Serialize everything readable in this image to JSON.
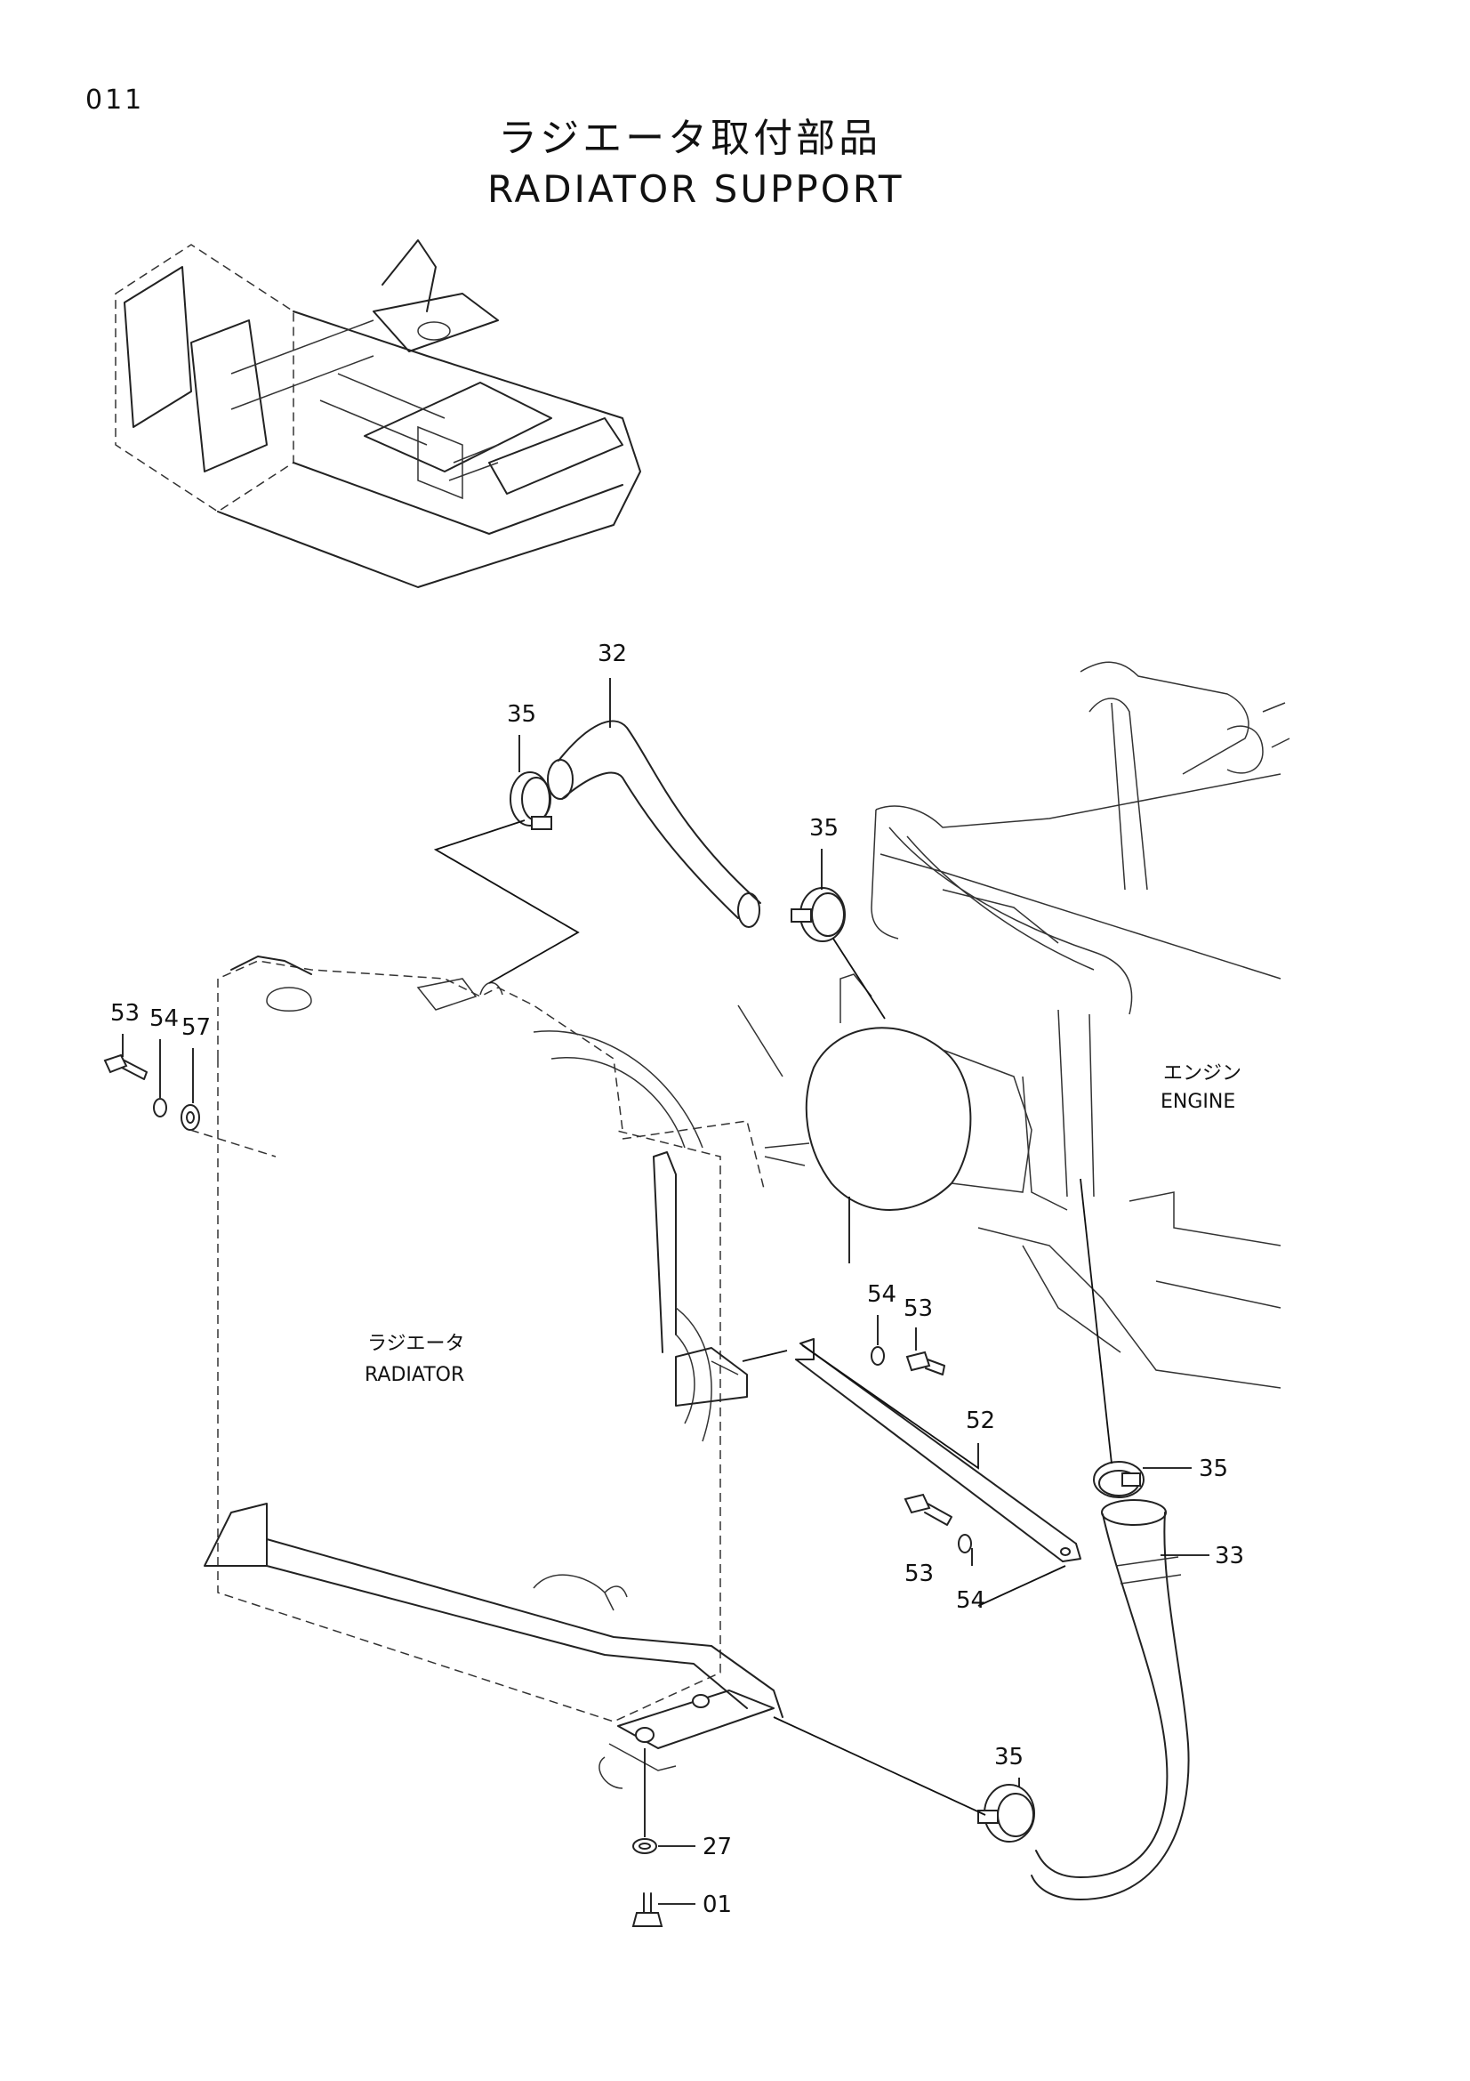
{
  "header": {
    "page_number": "011",
    "title_jp": "ラジエータ取付部品",
    "title_en": "RADIATOR SUPPORT"
  },
  "labels": {
    "engine_jp": "エンジン",
    "engine_en": "ENGINE",
    "radiator_jp": "ラジエータ",
    "radiator_en": "RADIATOR"
  },
  "callouts": [
    {
      "id": "c32",
      "text": "32"
    },
    {
      "id": "c35a",
      "text": "35"
    },
    {
      "id": "c35b",
      "text": "35"
    },
    {
      "id": "c53a",
      "text": "53"
    },
    {
      "id": "c54a",
      "text": "54"
    },
    {
      "id": "c57",
      "text": "57"
    },
    {
      "id": "c54b",
      "text": "54"
    },
    {
      "id": "c53b",
      "text": "53"
    },
    {
      "id": "c52",
      "text": "52"
    },
    {
      "id": "c35c",
      "text": "35"
    },
    {
      "id": "c33",
      "text": "33"
    },
    {
      "id": "c53c",
      "text": "53"
    },
    {
      "id": "c54c",
      "text": "54"
    },
    {
      "id": "c35d",
      "text": "35"
    },
    {
      "id": "c27",
      "text": "27"
    },
    {
      "id": "c01",
      "text": "01"
    }
  ]
}
